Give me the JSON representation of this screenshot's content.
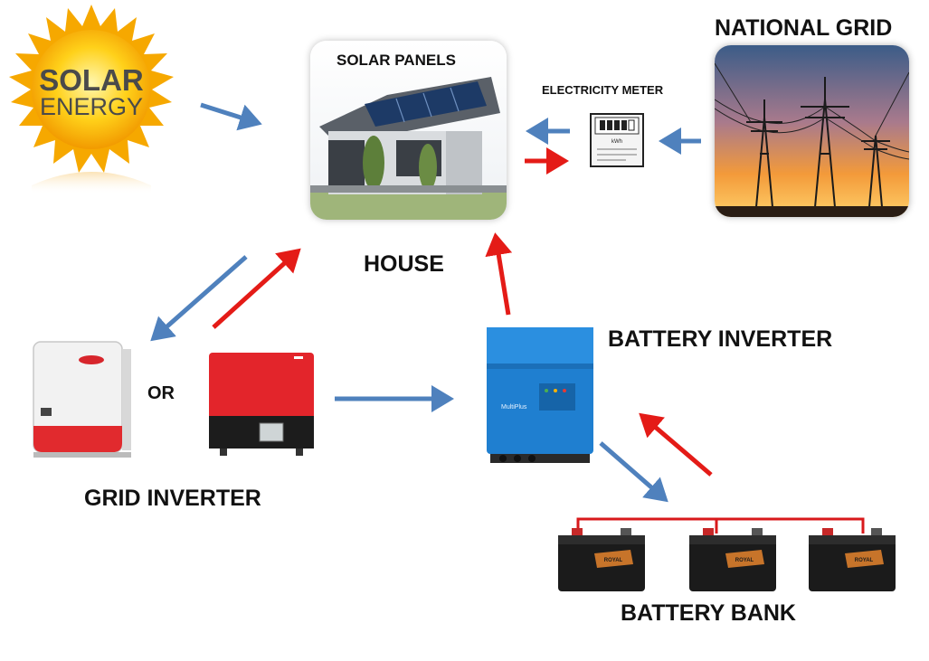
{
  "title": "",
  "nodes": {
    "solar_logo": {
      "line1": "SOLAR",
      "line2": "ENERGY"
    },
    "solar_panels": {
      "label": "SOLAR PANELS"
    },
    "house": {
      "label": "HOUSE"
    },
    "electricity_meter": {
      "label": "ELECTRICITY METER",
      "display": "kWh"
    },
    "national_grid": {
      "label": "NATIONAL GRID"
    },
    "grid_inverter": {
      "label": "GRID INVERTER",
      "or_label": "OR"
    },
    "battery_inverter": {
      "label": "BATTERY INVERTER",
      "device_text": "MultiPlus"
    },
    "battery_bank": {
      "label": "BATTERY BANK",
      "battery_brand": "ROYAL"
    }
  },
  "colors": {
    "import_arrow": "#4f81bd",
    "export_arrow": "#e41b17",
    "sun": "#f6a800",
    "solar_text": "#4a4a4a",
    "inverter_red": "#e3252b",
    "battery_inverter_blue": "#1f7fd0"
  }
}
